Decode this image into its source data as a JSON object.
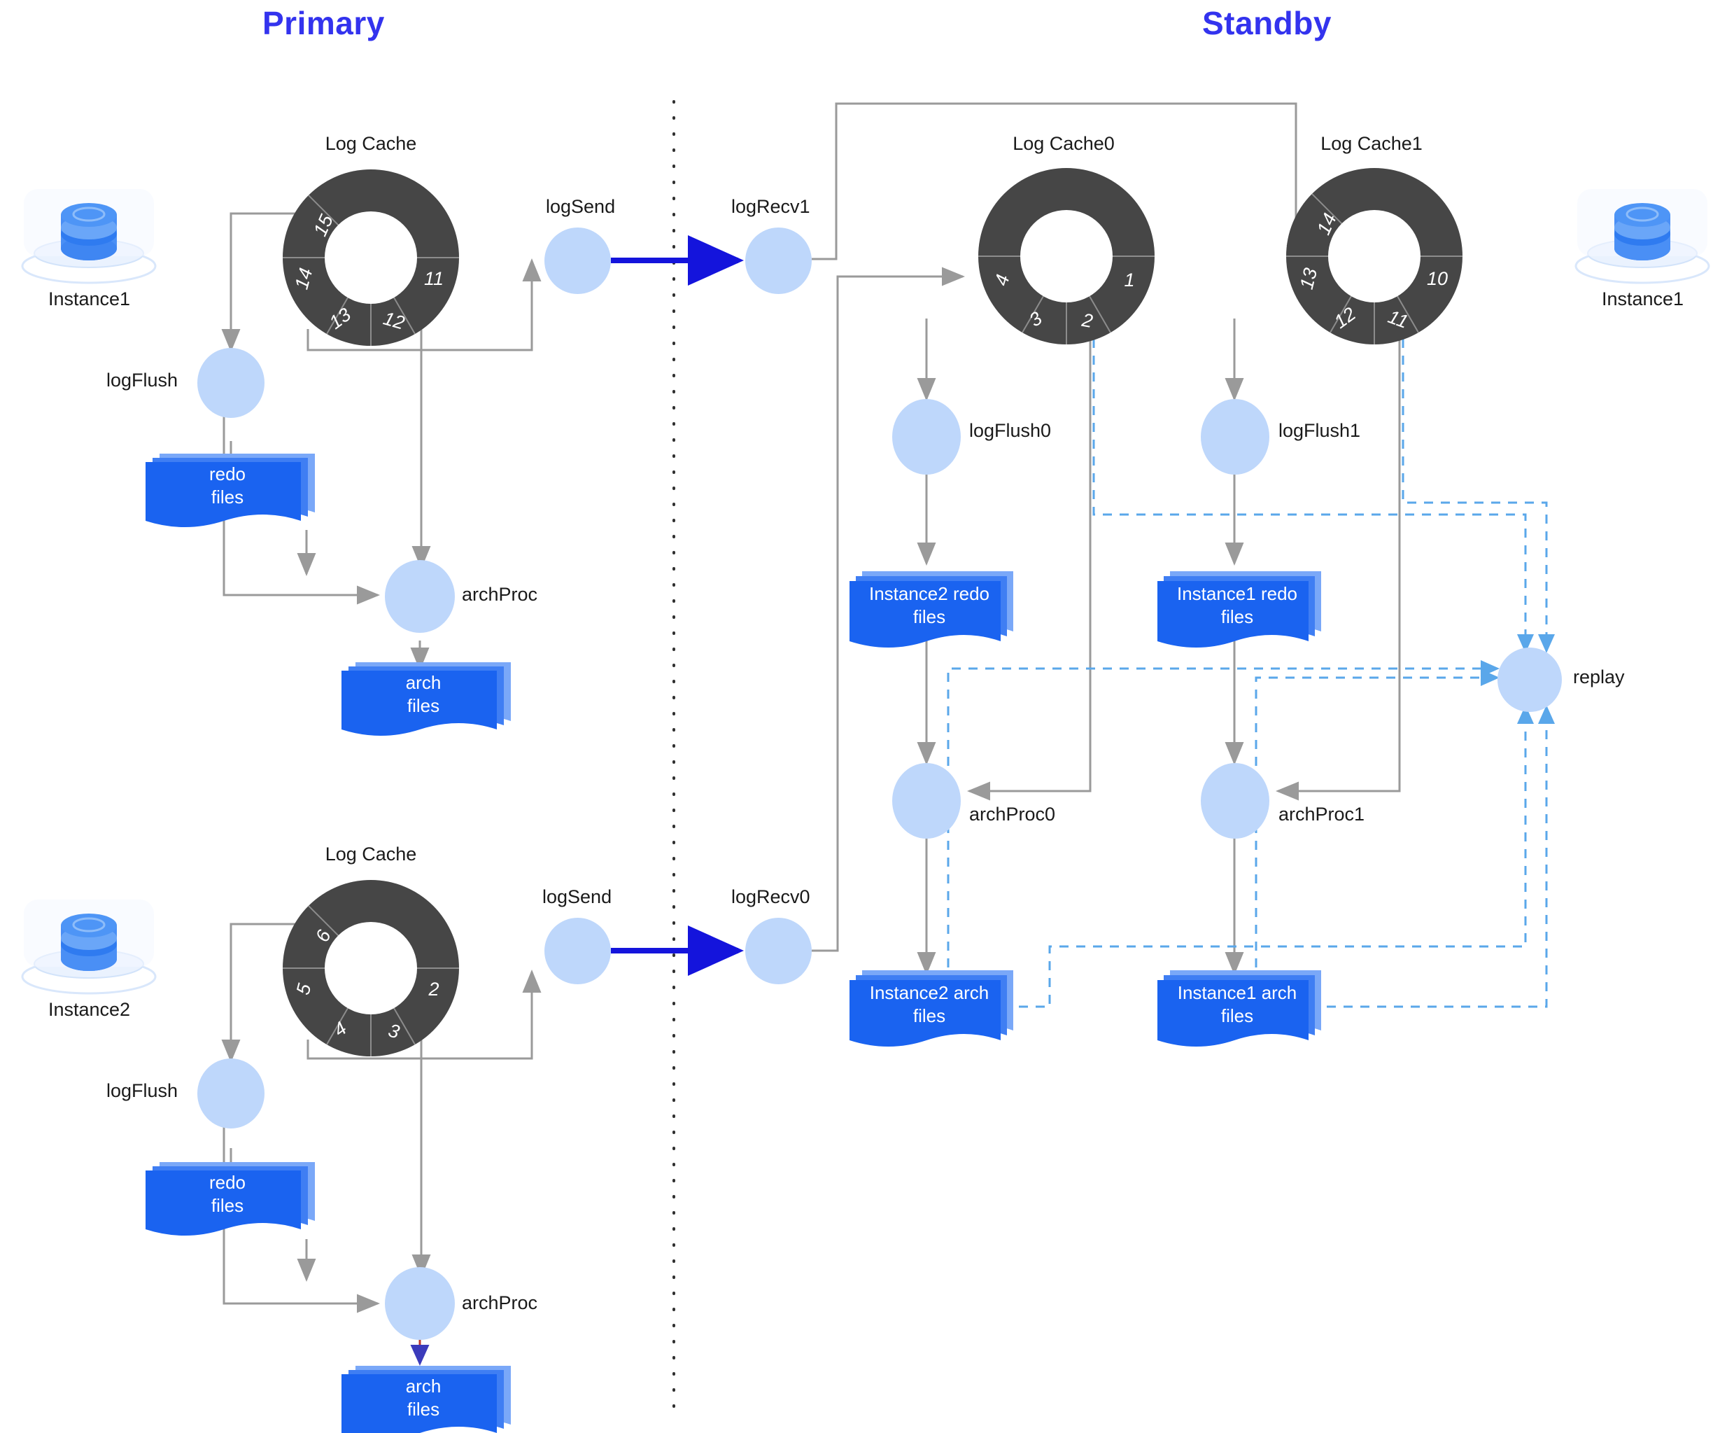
{
  "titles": {
    "primary": "Primary",
    "standby": "Standby"
  },
  "colors": {
    "title_blue": "#3333ee",
    "accent_arrow_blue": "#1414dc",
    "dashed_blue": "#5aa7ea",
    "proc_fill": "#bed7fb",
    "file_fill": "#1a63f0",
    "donut_fill": "#464646",
    "wire_gray": "#9a9a9a",
    "red_arrow": "#c0392b"
  },
  "primary": {
    "top": {
      "instance": {
        "name": "Instance1",
        "icon": "database-icon"
      },
      "log_cache": {
        "title": "Log Cache",
        "segments": [
          "15",
          "14",
          "13",
          "12",
          "11"
        ]
      },
      "log_flush": "logFlush",
      "redo_files": {
        "line1": "redo",
        "line2": "files"
      },
      "arch_proc": "archProc",
      "arch_files": {
        "line1": "arch",
        "line2": "files"
      },
      "log_send": "logSend"
    },
    "bottom": {
      "instance": {
        "name": "Instance2",
        "icon": "database-icon"
      },
      "log_cache": {
        "title": "Log Cache",
        "segments": [
          "6",
          "5",
          "4",
          "3",
          "2"
        ]
      },
      "log_flush": "logFlush",
      "redo_files": {
        "line1": "redo",
        "line2": "files"
      },
      "arch_proc": "archProc",
      "arch_files": {
        "line1": "arch",
        "line2": "files"
      },
      "log_send": "logSend"
    }
  },
  "standby": {
    "instance": {
      "name": "Instance1",
      "icon": "database-icon"
    },
    "log_recv1": "logRecv1",
    "log_recv0": "logRecv0",
    "cache0": {
      "title": "Log Cache0",
      "segments": [
        "4",
        "3",
        "2",
        "1"
      ]
    },
    "cache1": {
      "title": "Log Cache1",
      "segments": [
        "14",
        "13",
        "12",
        "11",
        "10"
      ]
    },
    "log_flush0": "logFlush0",
    "log_flush1": "logFlush1",
    "redo0": {
      "line1": "Instance2 redo",
      "line2": "files"
    },
    "redo1": {
      "line1": "Instance1 redo",
      "line2": "files"
    },
    "arch_proc0": "archProc0",
    "arch_proc1": "archProc1",
    "arch0": {
      "line1": "Instance2 arch",
      "line2": "files"
    },
    "arch1": {
      "line1": "Instance1 arch",
      "line2": "files"
    },
    "replay": "replay"
  }
}
